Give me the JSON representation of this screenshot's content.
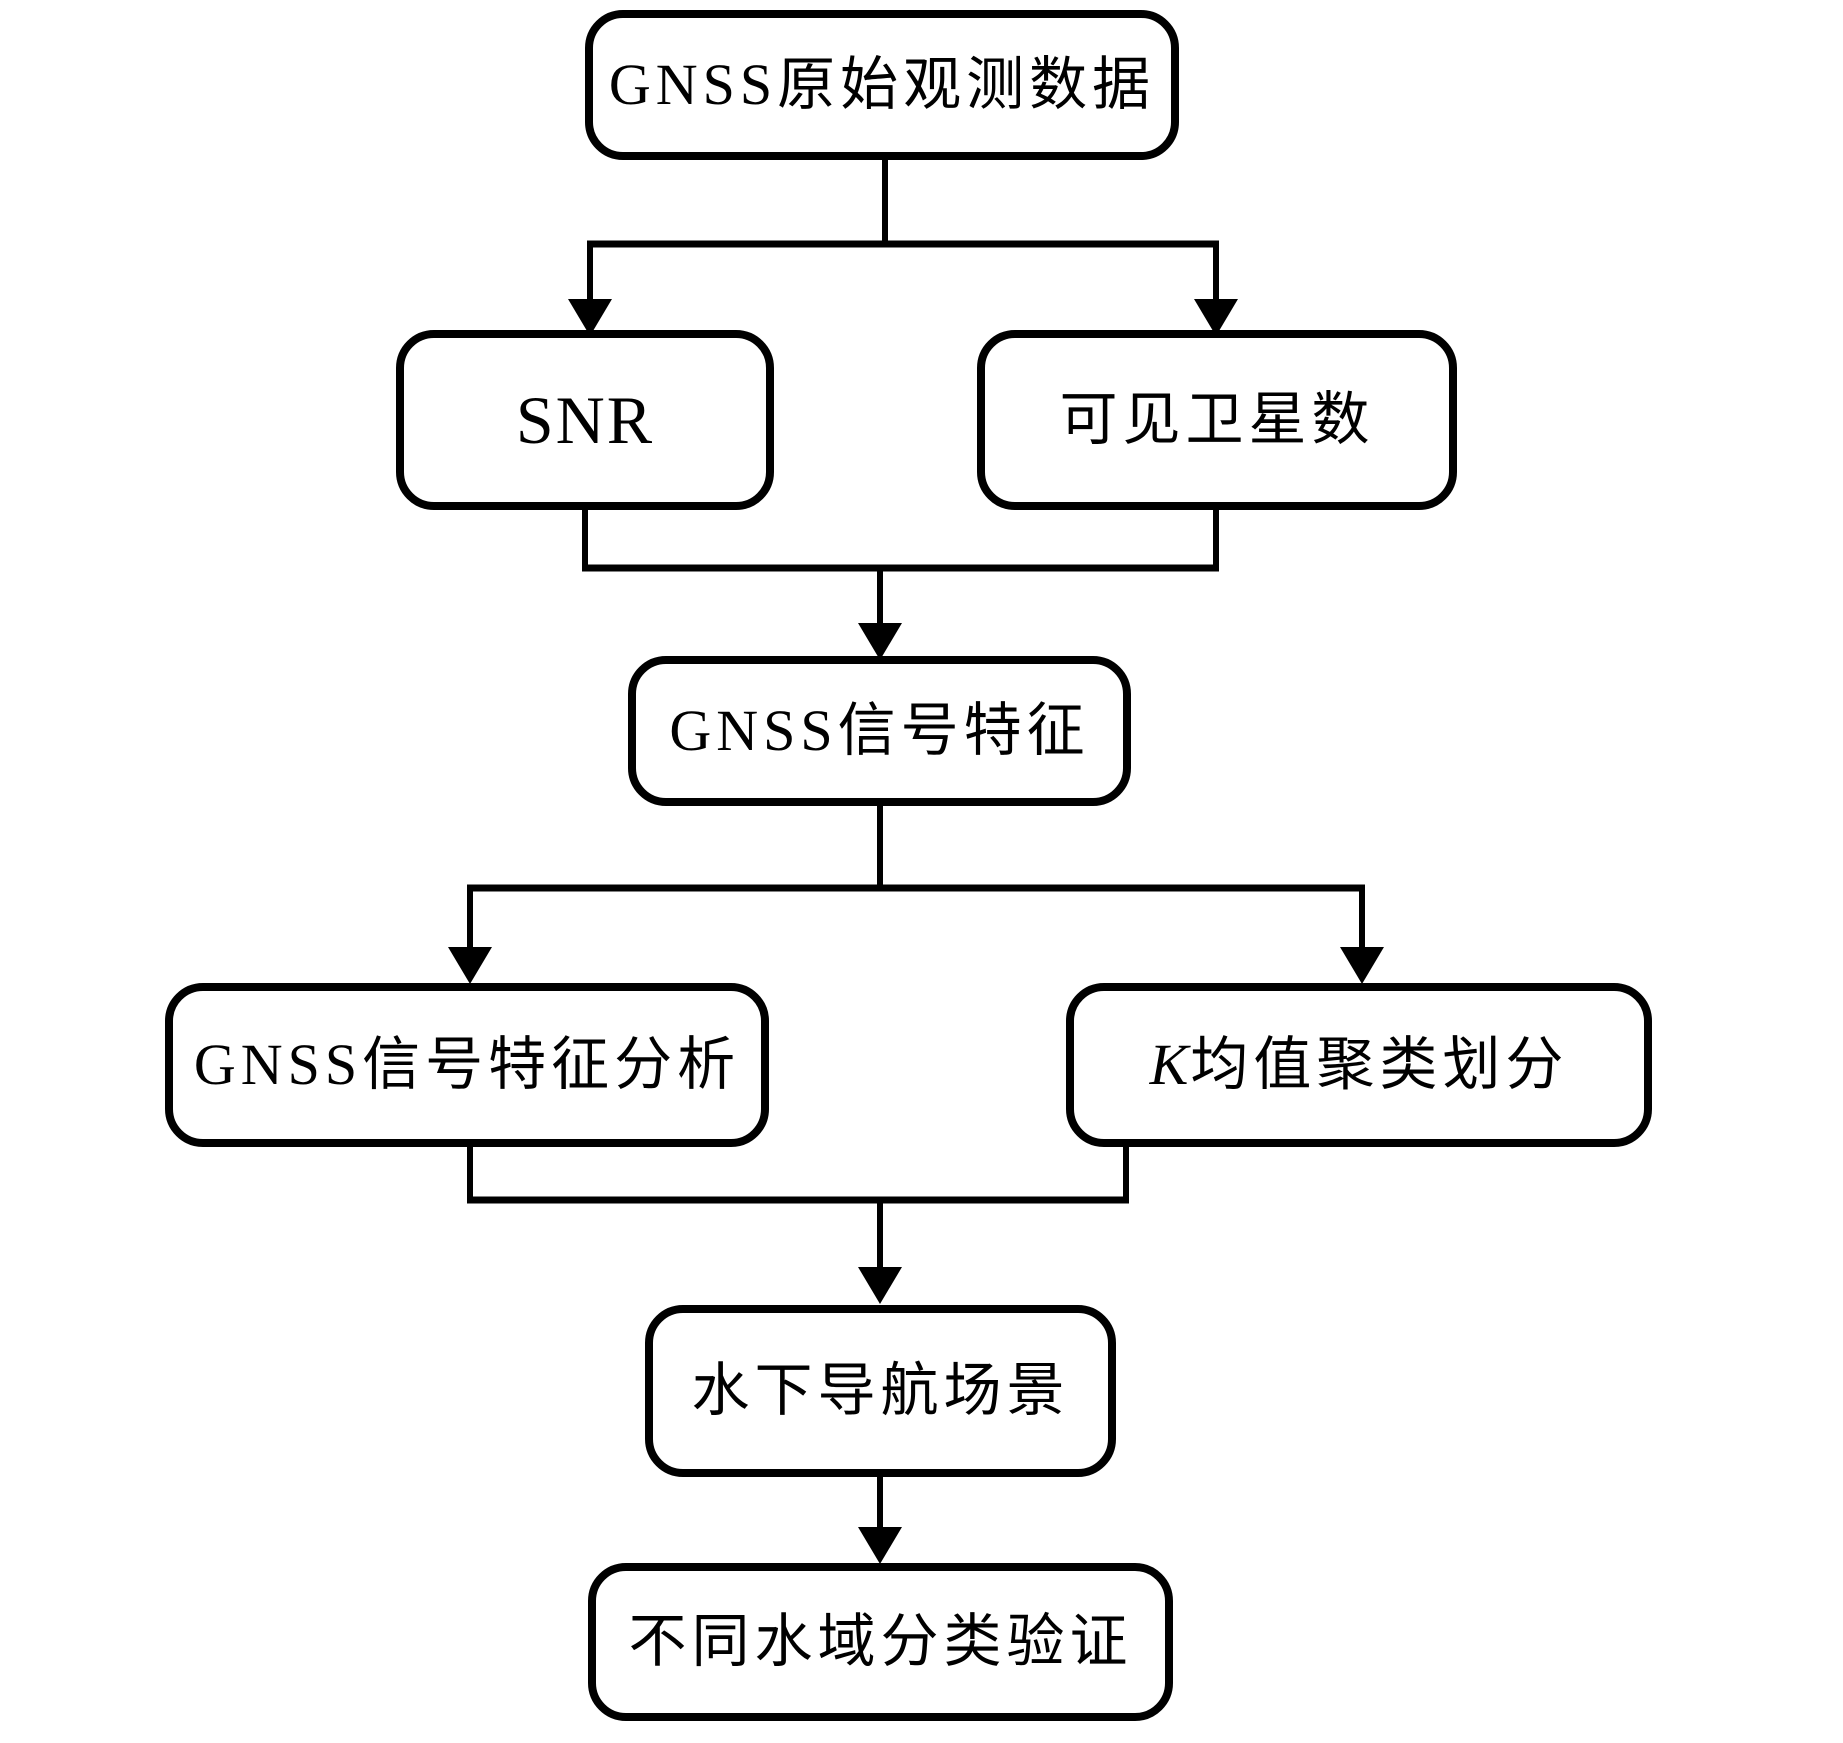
{
  "diagram": {
    "type": "flowchart",
    "description": "GNSS-based underwater navigation scene classification workflow",
    "colors": {
      "line": "#000000",
      "node_background": "#ffffff",
      "text": "#000000"
    },
    "nodes": [
      {
        "id": "raw",
        "label": "GNSS原始观测数据"
      },
      {
        "id": "snr",
        "label": "SNR"
      },
      {
        "id": "sat",
        "label": "可见卫星数"
      },
      {
        "id": "feature",
        "label": "GNSS信号特征"
      },
      {
        "id": "analysis",
        "label": "GNSS信号特征分析"
      },
      {
        "id": "kmeans",
        "label_k": "K",
        "label_rest": "均值聚类划分"
      },
      {
        "id": "scene",
        "label": "水下导航场景"
      },
      {
        "id": "verify",
        "label": "不同水域分类验证"
      }
    ],
    "edges": [
      {
        "from": "GNSS原始观测数据",
        "to": "SNR"
      },
      {
        "from": "GNSS原始观测数据",
        "to": "可见卫星数"
      },
      {
        "from": "SNR",
        "to": "GNSS信号特征"
      },
      {
        "from": "可见卫星数",
        "to": "GNSS信号特征"
      },
      {
        "from": "GNSS信号特征",
        "to": "GNSS信号特征分析"
      },
      {
        "from": "GNSS信号特征",
        "to": "K均值聚类划分"
      },
      {
        "from": "GNSS信号特征分析",
        "to": "水下导航场景"
      },
      {
        "from": "K均值聚类划分",
        "to": "水下导航场景"
      },
      {
        "from": "水下导航场景",
        "to": "不同水域分类验证"
      }
    ]
  }
}
